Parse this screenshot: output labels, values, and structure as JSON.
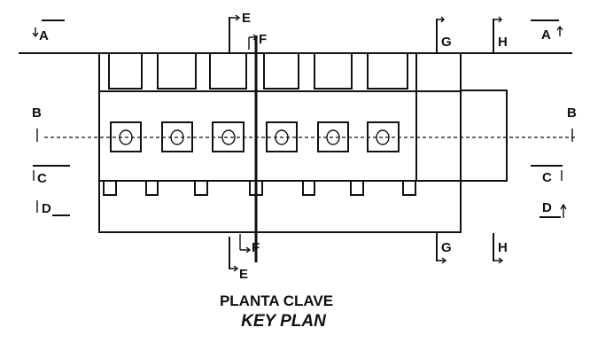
{
  "section_labels": {
    "A_left": "A",
    "A_right": "A",
    "B_left": "B",
    "B_right": "B",
    "C_left": "C",
    "C_right": "C",
    "D_left": "D",
    "D_right": "D",
    "E_top": "E",
    "E_bottom": "E",
    "F_top": "F",
    "F_bottom": "F",
    "G_top": "G",
    "G_bottom": "G",
    "H_top": "H",
    "H_bottom": "H"
  },
  "unit_mark": "O",
  "caption": {
    "spanish": "PLANTA CLAVE",
    "english": "KEY PLAN"
  }
}
